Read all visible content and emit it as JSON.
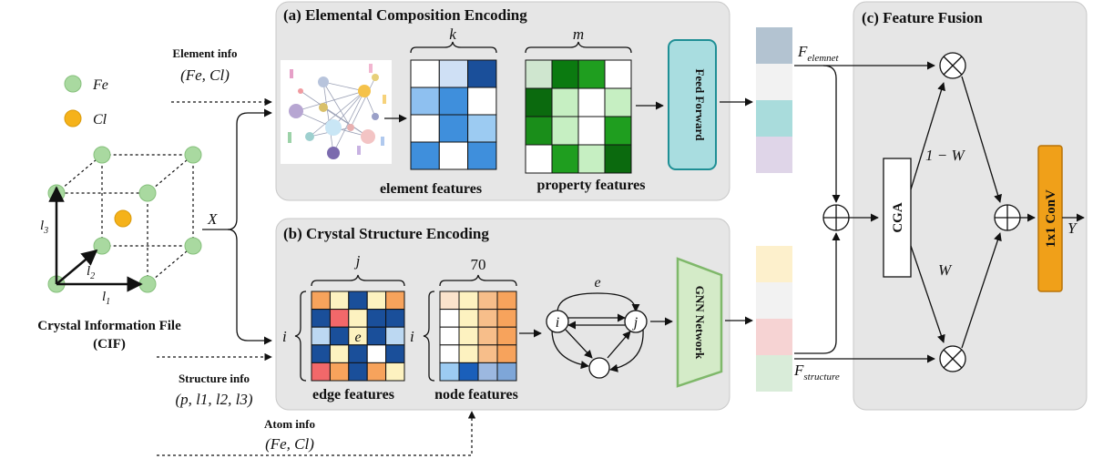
{
  "left": {
    "legend": [
      {
        "symbol": "Fe",
        "color": "#a9d9a0"
      },
      {
        "symbol": "Cl",
        "color": "#f5b21a"
      }
    ],
    "lattice_labels": {
      "l1": "l",
      "l1_sub": "1",
      "l2": "l",
      "l2_sub": "2",
      "l3": "l",
      "l3_sub": "3"
    },
    "cif_title_line1": "Crystal Information File",
    "cif_title_line2": "(CIF)",
    "x_label": "X"
  },
  "inputs": {
    "element_info_title": "Element info",
    "element_info_value": "(Fe, Cl)",
    "structure_info_title": "Structure info",
    "structure_info_value": "(p, l1, l2, l3)",
    "atom_info_title": "Atom info",
    "atom_info_value": "(Fe, Cl)"
  },
  "panel_a": {
    "title": "(a) Elemental Composition Encoding",
    "k_label": "k",
    "m_label": "m",
    "element_features_label": "element features",
    "property_features_label": "property features",
    "feed_forward_label": "Feed Forward",
    "element_grid": [
      [
        "#ffffff",
        "#cfe0f5",
        "#1a4f9a"
      ],
      [
        "#8ec0f0",
        "#3f8fdc",
        "#ffffff"
      ],
      [
        "#ffffff",
        "#3f8fdc",
        "#9ccbf2"
      ],
      [
        "#3f8fdc",
        "#ffffff",
        "#3f8fdc"
      ]
    ],
    "property_grid": [
      [
        "#cfe6cf",
        "#0b7a10",
        "#1f9e1f",
        "#ffffff"
      ],
      [
        "#0b6a0e",
        "#c6efc2",
        "#ffffff",
        "#c6efc2"
      ],
      [
        "#1a8e1a",
        "#c6efc2",
        "#ffffff",
        "#1f9e1f"
      ],
      [
        "#ffffff",
        "#1f9e1f",
        "#c6efc2",
        "#0b6a0e"
      ]
    ]
  },
  "panel_b": {
    "title": "(b) Crystal Structure Encoding",
    "j_label": "j",
    "seventy_label": "70",
    "i_label": "i",
    "e_label": "e",
    "edge_features_label": "edge features",
    "node_features_label": "node features",
    "graph_i": "i",
    "graph_j": "j",
    "graph_e": "e",
    "gnn_label": "GNN Network",
    "edge_grid": [
      [
        "#f7a35c",
        "#fdf2c0",
        "#1a4f9a",
        "#fdf2c0",
        "#f7a35c"
      ],
      [
        "#1a4f9a",
        "#f2686a",
        "#fdf2c0",
        "#1a4f9a",
        "#1a4f9a"
      ],
      [
        "#bcd8f2",
        "#1a4f9a",
        "#fdf2c0",
        "#1a4f9a",
        "#bcd8f2"
      ],
      [
        "#1a4f9a",
        "#fdf2c0",
        "#1a4f9a",
        "#ffffff",
        "#1a4f9a"
      ],
      [
        "#f2686a",
        "#f7a35c",
        "#1a4f9a",
        "#f7a35c",
        "#fdf2c0"
      ]
    ],
    "node_grid": [
      [
        "#fbe3cc",
        "#fdf2c0",
        "#f7be8a",
        "#f7a35c"
      ],
      [
        "#ffffff",
        "#fdf2c0",
        "#f7be8a",
        "#f7a35c"
      ],
      [
        "#ffffff",
        "#fdf2c0",
        "#f7be8a",
        "#f7a35c"
      ],
      [
        "#ffffff",
        "#fdf2c0",
        "#f7be8a",
        "#f7a35c"
      ],
      [
        "#9ccbf2",
        "#1a5fba",
        "#9cb8e0",
        "#7ea6d8"
      ]
    ]
  },
  "vectors": {
    "element_vector": [
      "#b3c3d1",
      "#f2f2f2",
      "#a9dcdc",
      "#dfd5e8"
    ],
    "structure_vector": [
      "#fdf0cc",
      "#f2f2f2",
      "#f6d3d3",
      "#d9ecd9"
    ],
    "f_element": "F",
    "f_element_sub": "elemnet",
    "f_structure": "F",
    "f_structure_sub": "structure"
  },
  "panel_c": {
    "title": "(c) Feature Fusion",
    "cga_label": "CGA",
    "one_minus_w": "1 − W",
    "w_label": "W",
    "conv_label": "1x1 ConV",
    "y_label": "Y"
  },
  "colors": {
    "panel_bg": "#e6e6e6",
    "panel_border": "#c8c8c8",
    "feed_forward_fill": "#a9dde0",
    "feed_forward_stroke": "#1f8f95",
    "gnn_fill": "#d4ebc8",
    "gnn_stroke": "#7fb86a",
    "conv_fill": "#f0a019",
    "conv_stroke": "#b87308"
  }
}
